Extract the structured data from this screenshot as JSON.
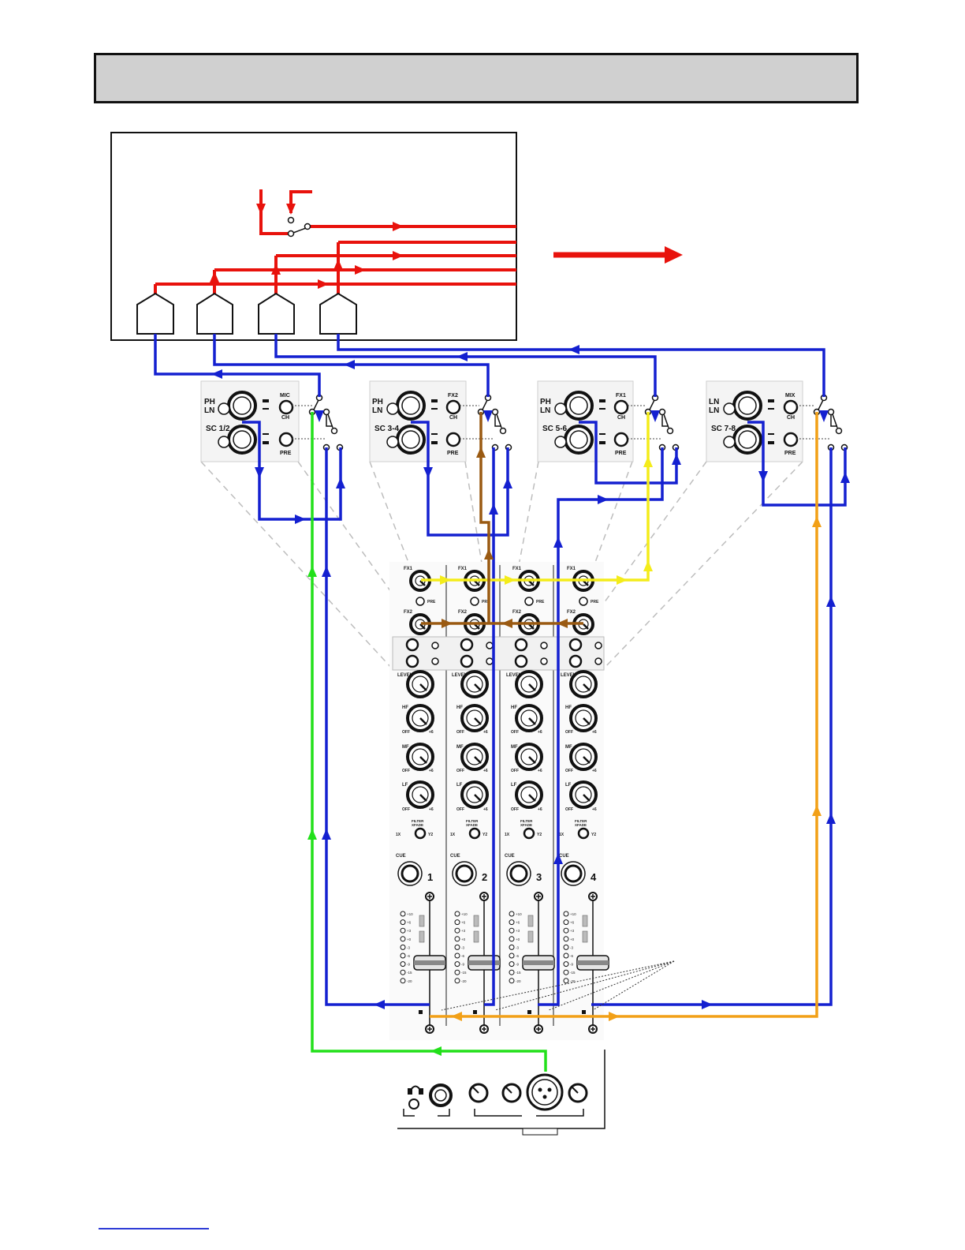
{
  "title_bar": {
    "text": ""
  },
  "panels": [
    {
      "top_label": "PH",
      "bottom_label": "LN",
      "small_label": "MIC",
      "small_sub": "CH",
      "sc_label": "SC 1/2",
      "pre_label": "PRE"
    },
    {
      "top_label": "PH",
      "bottom_label": "LN",
      "small_label": "FX2",
      "small_sub": "CH",
      "sc_label": "SC 3-4",
      "pre_label": "PRE"
    },
    {
      "top_label": "PH",
      "bottom_label": "LN",
      "small_label": "FX1",
      "small_sub": "CH",
      "sc_label": "SC 5-6",
      "pre_label": "PRE"
    },
    {
      "top_label": "LN",
      "bottom_label": "LN",
      "small_label": "MIX",
      "small_sub": "CH",
      "sc_label": "SC 7-8",
      "pre_label": "PRE"
    }
  ],
  "channels": [
    {
      "number": "1"
    },
    {
      "number": "2"
    },
    {
      "number": "3"
    },
    {
      "number": "4"
    }
  ],
  "strip_labels": {
    "fx1": "FX1",
    "fx2": "FX2",
    "pre": "PRE",
    "level": "LEVEL",
    "hf": "HF",
    "mf": "MF",
    "lf": "LF",
    "off": "OFF",
    "plus6": "+6",
    "filter": "FILTER",
    "xfade": "XFADE",
    "x": "1X",
    "y": "Y2",
    "cue": "CUE"
  },
  "meter_labels": [
    "+10",
    "+6",
    "+3",
    "+0",
    "-3",
    "-6",
    "-9",
    "-15",
    "-20"
  ],
  "colors": {
    "red": "#e8120c",
    "blue": "#1420d0",
    "green": "#22e01a",
    "yellow": "#f4ec1a",
    "brown": "#9a5a12",
    "orange": "#f2a017"
  }
}
